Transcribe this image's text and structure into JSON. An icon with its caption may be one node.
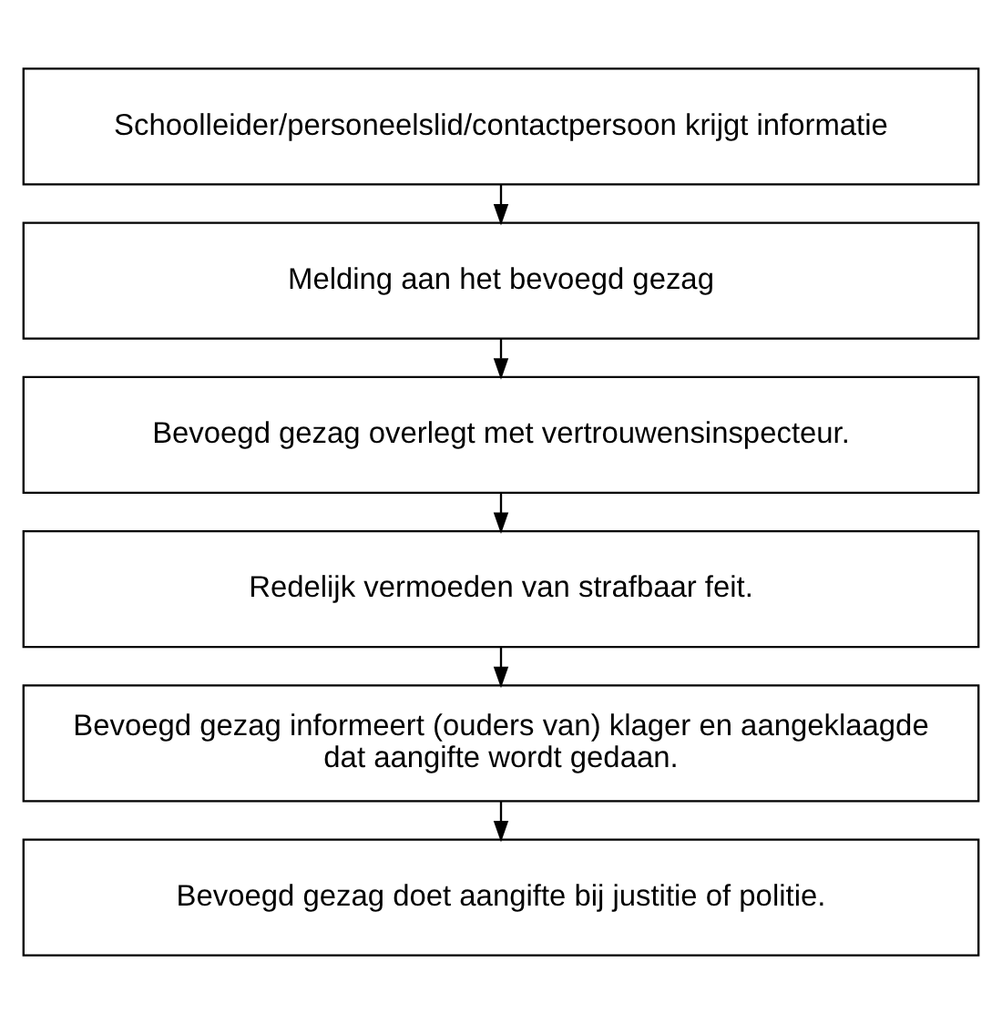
{
  "diagram": {
    "nodes": [
      {
        "text": [
          "Schoolleider/personeelslid/contactpersoon krijgt informatie"
        ]
      },
      {
        "text": [
          "Melding aan het bevoegd gezag"
        ]
      },
      {
        "text": [
          "Bevoegd gezag overlegt met vertrouwensinspecteur."
        ]
      },
      {
        "text": [
          "Redelijk vermoeden van strafbaar feit."
        ]
      },
      {
        "text": [
          "Bevoegd gezag informeert (ouders van) klager en aangeklaagde dat aangifte wordt gedaan."
        ]
      },
      {
        "text": [
          "Bevoegd gezag doet aangifte bij justitie of politie."
        ]
      }
    ],
    "edges": [
      {
        "from": 0,
        "to": 1,
        "arrow": "to"
      },
      {
        "from": 1,
        "to": 2,
        "arrow": "to"
      },
      {
        "from": 2,
        "to": 3,
        "arrow": "to"
      },
      {
        "from": 3,
        "to": 4,
        "arrow": "to"
      },
      {
        "from": 4,
        "to": 5,
        "arrow": "to"
      }
    ]
  }
}
